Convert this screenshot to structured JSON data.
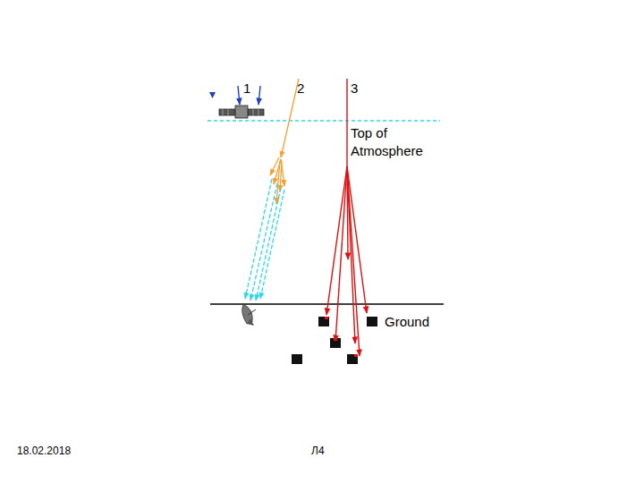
{
  "diagram": {
    "labels": [
      "1",
      "2",
      "3",
      "Top of Atmosphere",
      "Ground",
      "18.02.2018",
      "Л4"
    ]
  }
}
